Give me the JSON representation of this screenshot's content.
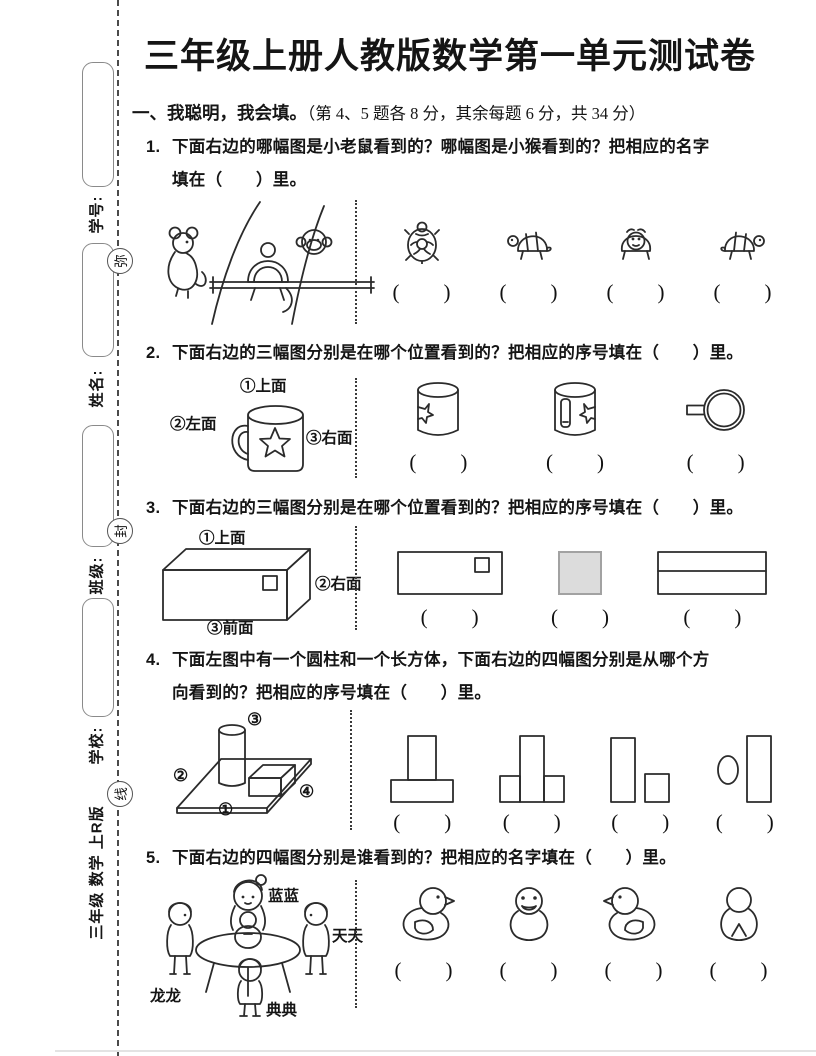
{
  "title": "三年级上册人教版数学第一单元测试卷",
  "sidebar": {
    "fields": [
      "学号:",
      "姓名:",
      "班级:",
      "学校:"
    ],
    "seal": [
      "弥",
      "封",
      "线"
    ],
    "footer": "三年级 数学 上R版"
  },
  "section": {
    "bold": "一、我聪明，我会填。",
    "note": "（第 4、5 题各 8 分，其余每题 6 分，共 34 分）"
  },
  "q1": {
    "num": "1.",
    "line1": "下面右边的哪幅图是小老鼠看到的？哪幅图是小猴看到的？把相应的名字",
    "line2": "填在（　　）里。"
  },
  "q2": {
    "num": "2.",
    "line1": "下面右边的三幅图分别是在哪个位置看到的？把相应的序号填在（　　）里。",
    "labels": {
      "top": "①上面",
      "left": "②左面",
      "right": "③右面"
    }
  },
  "q3": {
    "num": "3.",
    "line1": "下面右边的三幅图分别是在哪个位置看到的？把相应的序号填在（　　）里。",
    "labels": {
      "top": "①上面",
      "right": "②右面",
      "front": "③前面"
    }
  },
  "q4": {
    "num": "4.",
    "line1": "下面左图中有一个圆柱和一个长方体，下面右边的四幅图分别是从哪个方",
    "line2": "向看到的？把相应的序号填在（　　）里。",
    "labels": {
      "n1": "①",
      "n2": "②",
      "n3": "③",
      "n4": "④"
    }
  },
  "q5": {
    "num": "5.",
    "line1": "下面右边的四幅图分别是谁看到的？把相应的名字填在（　　）里。",
    "names": {
      "lanlan": "蓝蓝",
      "tiantian": "天天",
      "longlong": "龙龙",
      "diandian": "典典"
    }
  },
  "blank": {
    "open": "(",
    "close": ")"
  }
}
